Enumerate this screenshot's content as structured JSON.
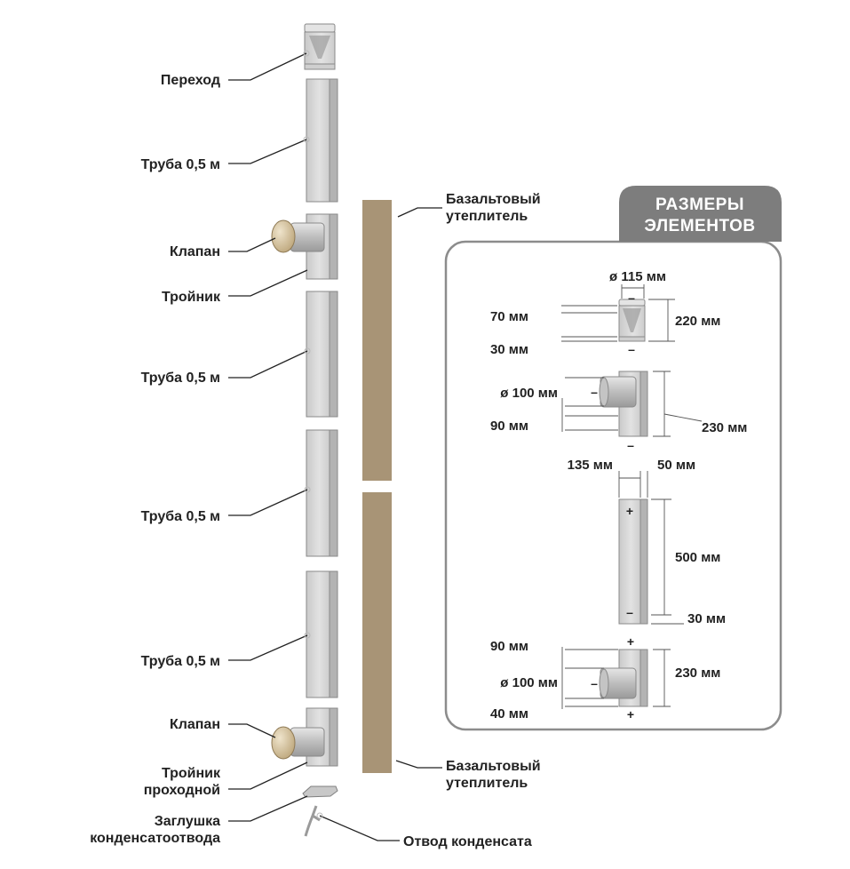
{
  "colors": {
    "pipe_face": "#d4d4d4",
    "pipe_side": "#b7b7b7",
    "pipe_edge": "#8a8a8a",
    "insulation": "#a89476",
    "knob": "#d9c9a6",
    "badge": "#7d7d7d",
    "panel_border": "#8c8c8c",
    "text": "#222222"
  },
  "labels": {
    "perekhod": "Переход",
    "truba_1": "Труба 0,5 м",
    "klapan_1": "Клапан",
    "troynik": "Тройник",
    "truba_2": "Труба 0,5 м",
    "truba_3": "Труба 0,5 м",
    "truba_4": "Труба 0,5 м",
    "klapan_2": "Клапан",
    "troynik_prokhodnoy_l1": "Тройник",
    "troynik_prokhodnoy_l2": "проходной",
    "zaglushka_l1": "Заглушка",
    "zaglushka_l2": "конденсатоотвода",
    "otvod": "Отвод конденсата",
    "bazalt_top_l1": "Базальтовый",
    "bazalt_top_l2": "утеплитель",
    "bazalt_bottom_l1": "Базальтовый",
    "bazalt_bottom_l2": "утеплитель"
  },
  "panel": {
    "badge_line1": "РАЗМЕРЫ",
    "badge_line2": "ЭЛЕМЕНТОВ",
    "dims": {
      "d115": "ø 115 мм",
      "d70": "70 мм",
      "d220": "220 мм",
      "d30a": "30 мм",
      "d100a": "ø 100 мм",
      "d90a": "90 мм",
      "d230a": "230 мм",
      "d135": "135 мм",
      "d50": "50 мм",
      "d500": "500 мм",
      "d30b": "30 мм",
      "d90b": "90 мм",
      "d100b": "ø 100 мм",
      "d230b": "230 мм",
      "d40": "40 мм"
    },
    "signs": {
      "minus": "–",
      "plus": "+"
    }
  }
}
